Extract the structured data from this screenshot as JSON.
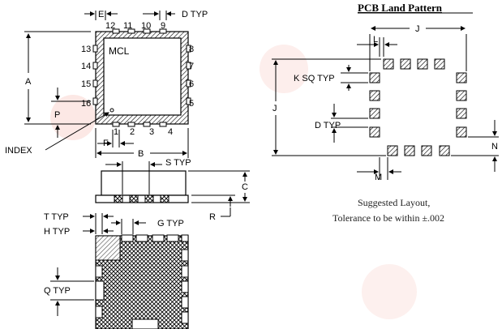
{
  "title": "PCB Land Pattern",
  "note_line1": "Suggested Layout,",
  "note_line2": "Tolerance to be within ±.002",
  "marking": "MCL",
  "pins": {
    "top": [
      "12",
      "11",
      "10",
      "9"
    ],
    "bottom": [
      "1",
      "2",
      "3",
      "4"
    ],
    "left": [
      "13",
      "14",
      "15",
      "16"
    ],
    "right": [
      "8",
      "7",
      "6",
      "5"
    ]
  },
  "labels": {
    "E": "E",
    "D_TYP_top": "D TYP",
    "A": "A",
    "P": "P",
    "INDEX": "INDEX",
    "F": "F",
    "B": "B",
    "S_TYP": "S TYP",
    "C": "C",
    "R": "R",
    "T_TYP": "T TYP",
    "H_TYP": "H TYP",
    "G_TYP": "G TYP",
    "Q_TYP": "Q TYP",
    "L": "L",
    "J_top": "J",
    "J_left": "J",
    "K_SQ_TYP": "K SQ TYP",
    "D_TYP_land": "D TYP",
    "M": "M",
    "N": "N"
  },
  "colors": {
    "ink": "#000000",
    "watermark": "#e8402a"
  }
}
